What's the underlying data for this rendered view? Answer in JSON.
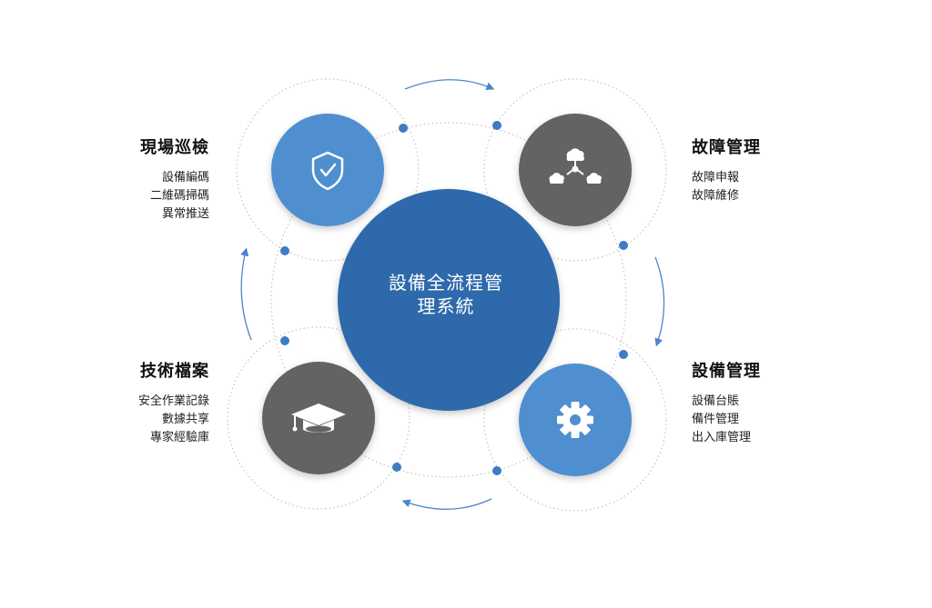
{
  "center": {
    "line1": "設備全流程管",
    "line2": "理系統"
  },
  "modules": [
    {
      "title": "現場巡檢",
      "items": [
        "設備編碼",
        "二維碼掃碼",
        "異常推送"
      ],
      "icon": "shield-check-icon",
      "color": "#4f8fd0"
    },
    {
      "title": "故障管理",
      "items": [
        "故障申報",
        "故障維修"
      ],
      "icon": "cloud-network-icon",
      "color": "#636363"
    },
    {
      "title": "設備管理",
      "items": [
        "設備台賬",
        "備件管理",
        "出入庫管理"
      ],
      "icon": "gear-icon",
      "color": "#4f8fd0"
    },
    {
      "title": "技術檔案",
      "items": [
        "安全作業記錄",
        "數據共享",
        "專家經驗庫"
      ],
      "icon": "graduation-cap-icon",
      "color": "#636363"
    }
  ],
  "colors": {
    "center": "#2e6aab",
    "accent": "#4a86c8",
    "dots": "#3d7cc4"
  }
}
